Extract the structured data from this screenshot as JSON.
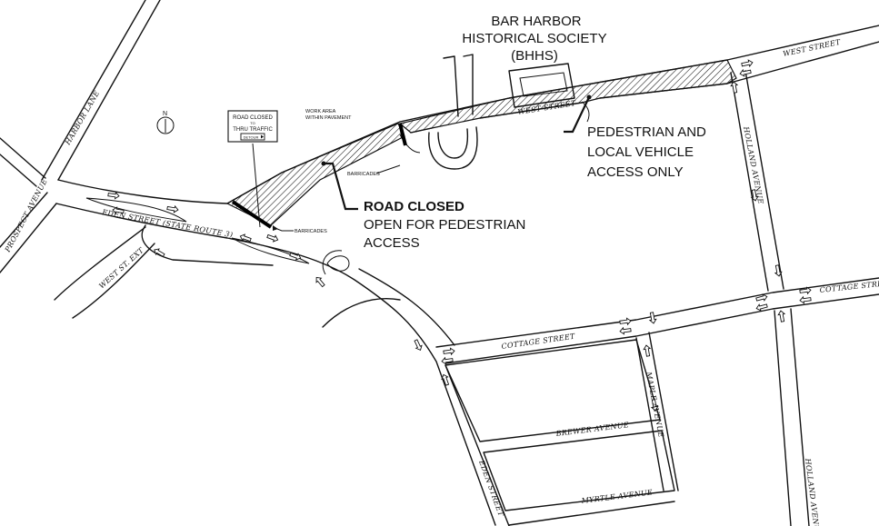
{
  "streets": {
    "harbor_lane": "HARBOR LANE",
    "prospect_avenue": "PROSPECT AVENUE",
    "eden_street_route": "EDEN STREET (STATE ROUTE 3)",
    "west_st_ext": "WEST ST. EXT",
    "west_street_main": "WEST STREET",
    "west_street_east": "WEST STREET",
    "holland_avenue_north": "HOLLAND AVENUE",
    "holland_avenue_south": "HOLLAND AVENUE",
    "cottage_street_west": "COTTAGE STREET",
    "cottage_street_east": "COTTAGE STREET",
    "maple_avenue": "MAPLE AVENUE",
    "brewer_avenue": "BREWER AVENUE",
    "myrtle_avenue": "MYRTLE AVENUE",
    "eden_street": "EDEN STREET"
  },
  "landmark": {
    "line1": "BAR HARBOR",
    "line2": "HISTORICAL SOCIETY",
    "line3": "(BHHS)"
  },
  "sign": {
    "line1": "ROAD CLOSED",
    "line2": "TO",
    "line3": "THRU TRAFFIC",
    "detour": "DETOUR"
  },
  "work_area": {
    "line1": "WORK AREA",
    "line2": "WITHIN PAVEMENT"
  },
  "barricades": {
    "upper": "BARRICADES",
    "lower": "BARRICADES"
  },
  "road_closed": {
    "title": "ROAD CLOSED",
    "line2": "OPEN FOR PEDESTRIAN",
    "line3": "ACCESS"
  },
  "pedestrian": {
    "line1": "PEDESTRIAN AND",
    "line2": "LOCAL VEHICLE",
    "line3": "ACCESS  ONLY"
  },
  "north": "N",
  "colors": {
    "ink": "#111111",
    "background": "#ffffff"
  }
}
